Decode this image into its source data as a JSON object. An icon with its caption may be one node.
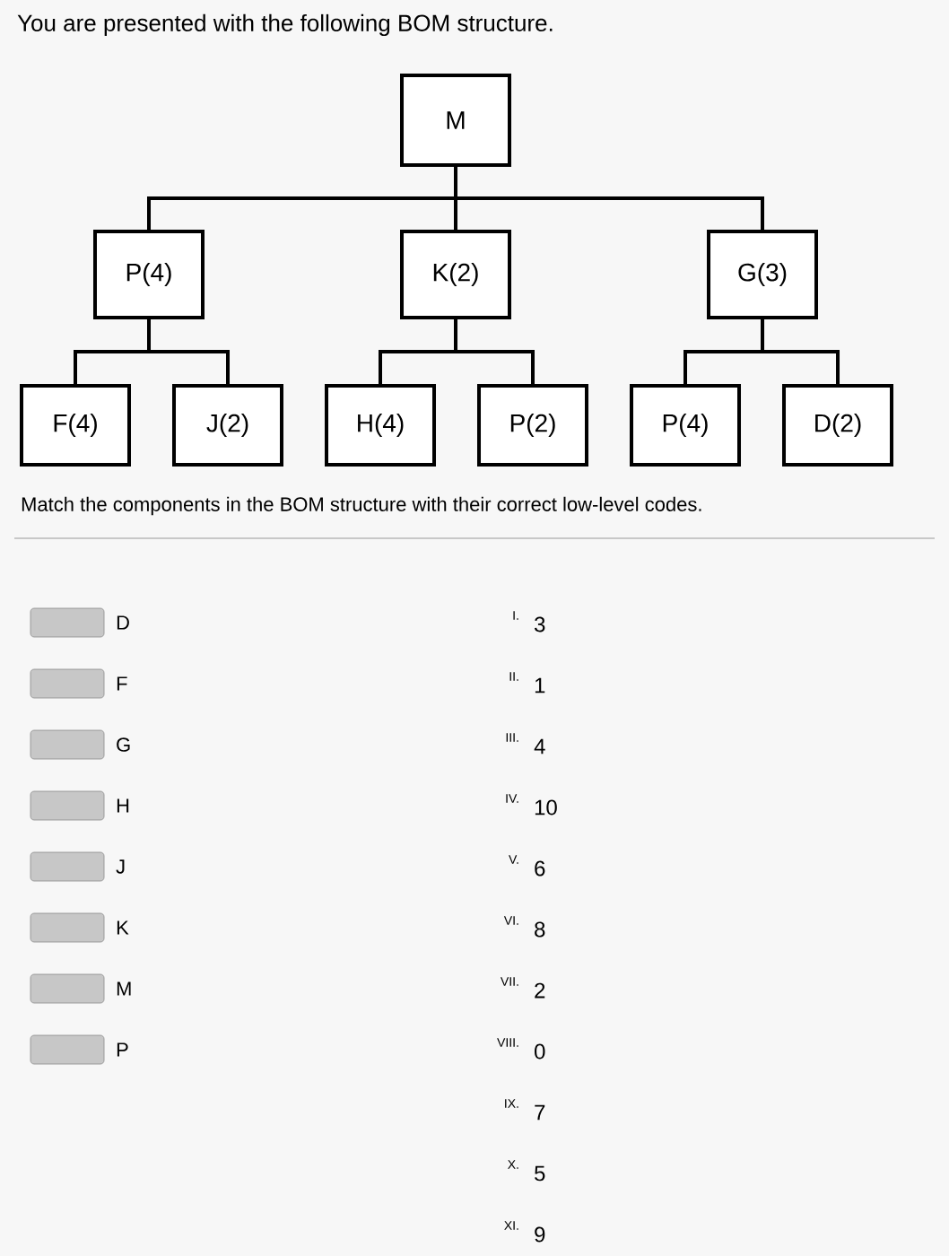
{
  "diagram": {
    "title": "You are presented with the following BOM structure.",
    "nodes": [
      {
        "text": [
          "M"
        ]
      },
      {
        "text": [
          "P(4)"
        ]
      },
      {
        "text": [
          "K(2)"
        ]
      },
      {
        "text": [
          "G(3)"
        ]
      },
      {
        "text": [
          "F(4)"
        ]
      },
      {
        "text": [
          "J(2)"
        ]
      },
      {
        "text": [
          "H(4)"
        ]
      },
      {
        "text": [
          "P(2)"
        ]
      },
      {
        "text": [
          "P(4)"
        ]
      },
      {
        "text": [
          "D(2)"
        ]
      }
    ],
    "edges": [
      {
        "from": 0,
        "to": 1,
        "arrow": "none"
      },
      {
        "from": 0,
        "to": 2,
        "arrow": "none"
      },
      {
        "from": 0,
        "to": 3,
        "arrow": "none"
      },
      {
        "from": 1,
        "to": 4,
        "arrow": "none"
      },
      {
        "from": 1,
        "to": 5,
        "arrow": "none"
      },
      {
        "from": 2,
        "to": 6,
        "arrow": "none"
      },
      {
        "from": 2,
        "to": 7,
        "arrow": "none"
      },
      {
        "from": 3,
        "to": 8,
        "arrow": "none"
      },
      {
        "from": 3,
        "to": 9,
        "arrow": "none"
      }
    ],
    "labels": [
      "Match the components in the BOM structure with their correct low-level codes.",
      "D",
      "I.",
      "3",
      "F",
      "II.",
      "1",
      "G",
      "III.",
      "4",
      "H",
      "IV.",
      "10",
      "J",
      "V.",
      "6",
      "K",
      "VI.",
      "8",
      "M",
      "VII.",
      "2",
      "P",
      "VIII.",
      "0",
      "IX.",
      "7",
      "X.",
      "5",
      "XI.",
      "9"
    ]
  }
}
